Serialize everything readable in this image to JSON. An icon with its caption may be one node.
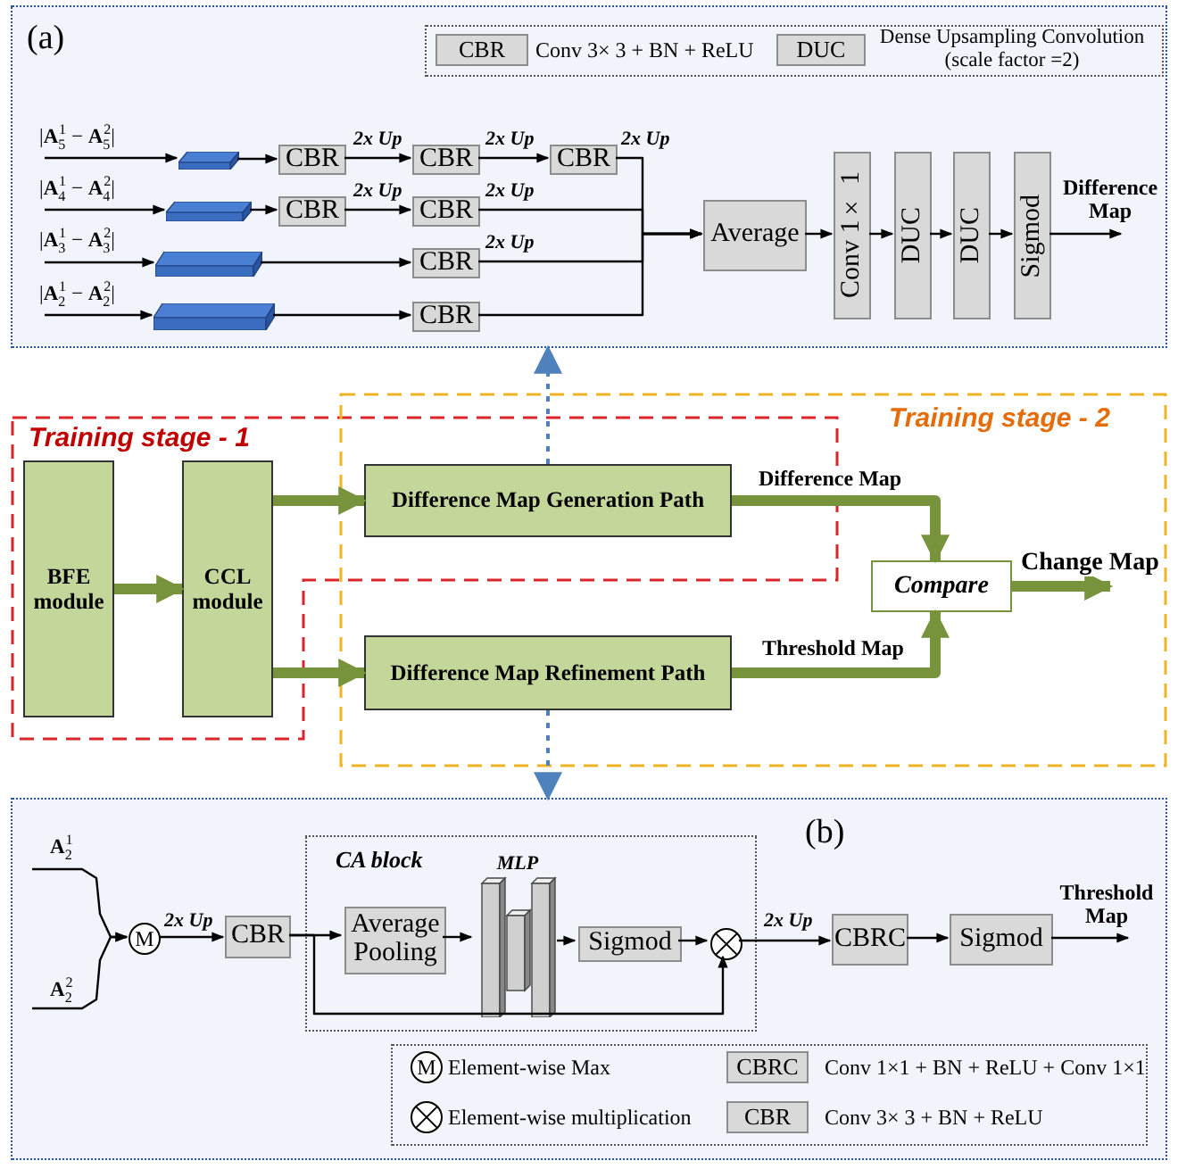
{
  "diagram": {
    "nodes": [
      {
        "text": [
          "(a)"
        ]
      },
      {
        "text": [],
        "shape": "box",
        "in": 0
      },
      {
        "text": [
          "CBR"
        ],
        "in": 0
      },
      {
        "text": [
          "CBR"
        ],
        "in": 0
      },
      {
        "text": [
          "CBR"
        ],
        "in": 0
      },
      {
        "text": [],
        "shape": "box",
        "in": 0
      },
      {
        "text": [
          "CBR"
        ],
        "in": 0
      },
      {
        "text": [
          "CBR"
        ],
        "in": 0
      },
      {
        "text": [],
        "shape": "box",
        "in": 0
      },
      {
        "text": [
          "CBR"
        ],
        "in": 0
      },
      {
        "text": [],
        "shape": "box",
        "in": 0
      },
      {
        "text": [
          "CBR"
        ],
        "in": 0
      },
      {
        "text": [
          "Average"
        ],
        "in": 0
      },
      {
        "text": [
          "Conv 1× 1"
        ],
        "in": 0
      },
      {
        "text": [
          "DUC"
        ],
        "in": 0
      },
      {
        "text": [
          "DUC"
        ],
        "in": 0
      },
      {
        "text": [
          "Sigmod"
        ],
        "in": 0
      },
      {
        "text": [
          "Training stage - 1"
        ]
      },
      {
        "text": [
          "Training stage - 2"
        ]
      },
      {
        "text": [
          "BFE module"
        ],
        "in": 17
      },
      {
        "text": [
          "CCL module"
        ],
        "in": 17
      },
      {
        "text": [
          "Difference Map Generation Path"
        ]
      },
      {
        "text": [
          "Difference Map Refinement Path"
        ],
        "in": 18
      },
      {
        "text": [
          "Compare"
        ],
        "in": 18
      },
      {
        "text": [
          "(b)"
        ]
      },
      {
        "text": [
          "M"
        ],
        "in": 24
      },
      {
        "text": [
          "CBR"
        ],
        "in": 24
      },
      {
        "text": [
          "CA block"
        ],
        "in": 24
      },
      {
        "text": [
          "Average Pooling"
        ],
        "in": 27
      },
      {
        "text": [
          "MLP"
        ],
        "in": 27
      },
      {
        "text": [
          "Sigmod"
        ],
        "in": 27
      },
      {
        "text": [],
        "shape": "circle",
        "in": 27
      },
      {
        "text": [
          "CBRC"
        ],
        "in": 24
      },
      {
        "text": [
          "Sigmod"
        ],
        "in": 24
      }
    ],
    "edges": [
      {
        "from": null,
        "to": 1,
        "arrow": "to",
        "label": "|**A**$_{5}$$^{1}$ − **A**$_{5}$$^{2}$|"
      },
      {
        "from": 1,
        "to": 2,
        "arrow": "to"
      },
      {
        "from": 2,
        "to": 3,
        "arrow": "to",
        "label": "2x Up"
      },
      {
        "from": 3,
        "to": 4,
        "arrow": "to",
        "label": "2x Up"
      },
      {
        "from": 4,
        "to": 12,
        "arrow": "to",
        "label": "2x Up"
      },
      {
        "from": null,
        "to": 5,
        "arrow": "to",
        "label": "|**A**$_{4}$$^{1}$ − **A**$_{4}$$^{2}$|"
      },
      {
        "from": 5,
        "to": 6,
        "arrow": "to"
      },
      {
        "from": 6,
        "to": 7,
        "arrow": "to",
        "label": "2x Up"
      },
      {
        "from": 7,
        "to": 12,
        "arrow": "to",
        "label": "2x Up"
      },
      {
        "from": null,
        "to": 8,
        "arrow": "to",
        "label": "|**A**$_{3}$$^{1}$ − **A**$_{3}$$^{2}$|"
      },
      {
        "from": 8,
        "to": 9,
        "arrow": "to"
      },
      {
        "from": 9,
        "to": 12,
        "arrow": "to",
        "label": "2x Up"
      },
      {
        "from": null,
        "to": 10,
        "arrow": "to",
        "label": "|**A**$_{2}$$^{1}$ − **A**$_{2}$$^{2}$|"
      },
      {
        "from": 10,
        "to": 11,
        "arrow": "to"
      },
      {
        "from": 11,
        "to": 12,
        "arrow": "to"
      },
      {
        "from": 12,
        "to": 13,
        "arrow": "to"
      },
      {
        "from": 13,
        "to": 14,
        "arrow": "to"
      },
      {
        "from": 14,
        "to": 15,
        "arrow": "to"
      },
      {
        "from": 15,
        "to": 16,
        "arrow": "to"
      },
      {
        "from": 16,
        "to": null,
        "arrow": "to",
        "label": "Difference Map"
      },
      {
        "from": 19,
        "to": 20,
        "arrow": "to",
        "style": "thick",
        "color": "#77933c"
      },
      {
        "from": 20,
        "to": 21,
        "arrow": "to",
        "style": "thick",
        "color": "#77933c"
      },
      {
        "from": 20,
        "to": 22,
        "arrow": "to",
        "style": "thick",
        "color": "#77933c"
      },
      {
        "from": 21,
        "to": 23,
        "arrow": "to",
        "label": "Difference Map",
        "style": "thick",
        "color": "#77933c"
      },
      {
        "from": 22,
        "to": 23,
        "arrow": "to",
        "label": "Threshold Map",
        "style": "thick",
        "color": "#77933c"
      },
      {
        "from": 23,
        "to": null,
        "arrow": "to",
        "label": "Change Map",
        "style": "thick",
        "color": "#77933c"
      },
      {
        "from": 21,
        "to": 0,
        "arrow": "to",
        "style": "dashed",
        "color": "#4f81bd"
      },
      {
        "from": 22,
        "to": 24,
        "arrow": "to",
        "style": "dashed",
        "color": "#4f81bd"
      },
      {
        "from": null,
        "to": 25,
        "arrow": "to",
        "label": "**A**$_{2}$$^{1}$"
      },
      {
        "from": null,
        "to": 25,
        "arrow": "to",
        "label": "**A**$_{2}$$^{2}$"
      },
      {
        "from": 25,
        "to": 26,
        "arrow": "to",
        "label": "2x Up"
      },
      {
        "from": 26,
        "to": 28,
        "arrow": "to"
      },
      {
        "from": 28,
        "to": 29,
        "arrow": "to"
      },
      {
        "from": 29,
        "to": 30,
        "arrow": "to"
      },
      {
        "from": 30,
        "to": 31,
        "arrow": "to"
      },
      {
        "from": 26,
        "to": 31,
        "arrow": "to"
      },
      {
        "from": 31,
        "to": 32,
        "arrow": "to",
        "label": "2x Up"
      },
      {
        "from": 32,
        "to": 33,
        "arrow": "to"
      },
      {
        "from": 33,
        "to": null,
        "arrow": "to",
        "label": "Threshold Map"
      }
    ],
    "labels": [
      "CBR",
      "DUC",
      "M",
      "CBRC",
      "CBR"
    ],
    "legend": [
      {
        "text": "Conv 3× 3 + BN + ReLU"
      },
      {
        "text": "Dense Upsampling Convolution (scale factor =2)"
      },
      {
        "text": "Element-wise Max"
      },
      {
        "text": "Element-wise multiplication"
      },
      {
        "text": "Conv 1×1 + BN + ReLU + Conv 1×1"
      },
      {
        "text": "Conv 3× 3 + BN + ReLU"
      }
    ]
  }
}
